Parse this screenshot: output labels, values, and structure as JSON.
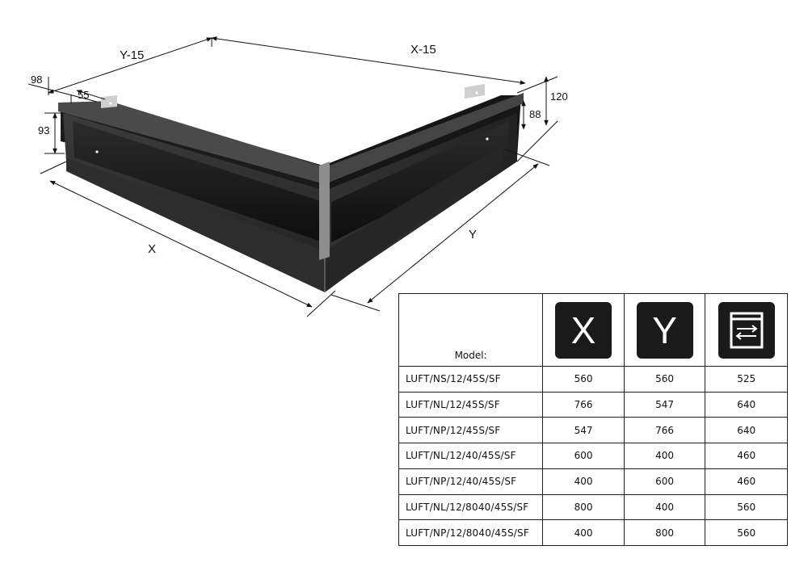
{
  "dimensions": {
    "y_minus_15": "Y-15",
    "x_minus_15": "X-15",
    "d98": "98",
    "d55": "55",
    "d93": "93",
    "d88": "88",
    "d120": "120",
    "x": "X",
    "y": "Y"
  },
  "table": {
    "model_header": "Model:",
    "x_header": "X",
    "y_header": "Y",
    "third_header_icon": "box-arrows-icon",
    "rows": [
      {
        "model": "LUFT/NS/12/45S/SF",
        "x": "560",
        "y": "560",
        "z": "525"
      },
      {
        "model": "LUFT/NL/12/45S/SF",
        "x": "766",
        "y": "547",
        "z": "640"
      },
      {
        "model": "LUFT/NP/12/45S/SF",
        "x": "547",
        "y": "766",
        "z": "640"
      },
      {
        "model": "LUFT/NL/12/40/45S/SF",
        "x": "600",
        "y": "400",
        "z": "460"
      },
      {
        "model": "LUFT/NP/12/40/45S/SF",
        "x": "400",
        "y": "600",
        "z": "460"
      },
      {
        "model": "LUFT/NL/12/8040/45S/SF",
        "x": "800",
        "y": "400",
        "z": "560"
      },
      {
        "model": "LUFT/NP/12/8040/45S/SF",
        "x": "400",
        "y": "800",
        "z": "560"
      }
    ]
  },
  "colors": {
    "product_dark": "#2a2a2a",
    "product_mid": "#3a3a3a",
    "icon_bg": "#1a1a1a"
  }
}
